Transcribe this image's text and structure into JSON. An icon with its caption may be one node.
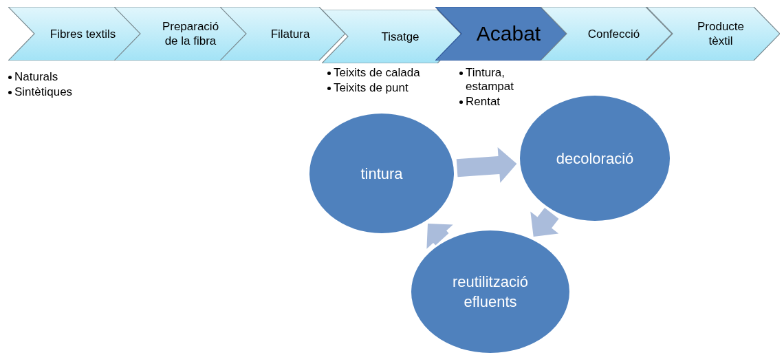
{
  "diagram": {
    "nodes": [
      {
        "text": [
          "Fibres textils"
        ],
        "beside": [
          "Naturals",
          "Sintètiques"
        ]
      },
      {
        "text": [
          "Preparació de la fibra"
        ]
      },
      {
        "text": [
          "Filatura"
        ]
      },
      {
        "text": [
          "Tisatge"
        ],
        "beside": [
          "Teixits de calada",
          "Teixits de punt"
        ]
      },
      {
        "text": [
          "Acabat"
        ],
        "beside": [
          "Tintura, estampat",
          "Rentat"
        ]
      },
      {
        "text": [
          "Confecció"
        ]
      },
      {
        "text": [
          "Producte tèxtil"
        ]
      },
      {
        "text": [
          "tintura"
        ]
      },
      {
        "text": [
          "decoloració"
        ]
      },
      {
        "text": [
          "reutilització efluents"
        ]
      }
    ],
    "edges": [
      {
        "from": 7,
        "to": 8,
        "arrow": "to",
        "style": "thick"
      },
      {
        "from": 8,
        "to": 9,
        "arrow": "to",
        "style": "thick"
      },
      {
        "from": 9,
        "to": 7,
        "arrow": "to",
        "style": "thick"
      }
    ]
  }
}
